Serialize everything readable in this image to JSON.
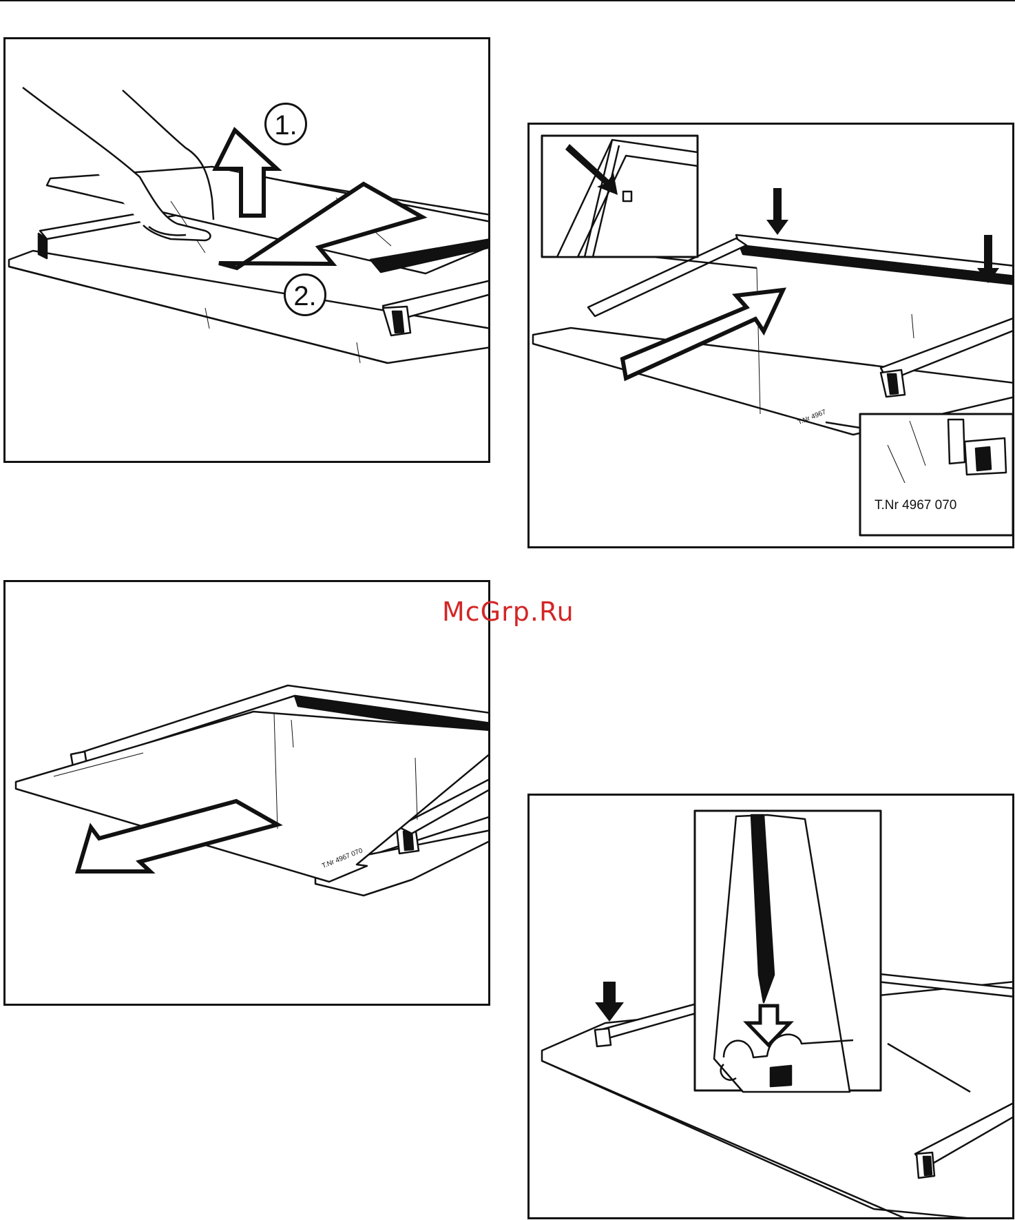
{
  "figures": {
    "fig1": {
      "step_1": "1.",
      "step_2": "2."
    },
    "fig2": {
      "part_number": "T.Nr 4967 070",
      "small_label": "T.Nr 4967"
    },
    "fig3": {
      "small_label": "T.Nr 4967 070"
    }
  },
  "watermark": "McGrp.Ru",
  "colors": {
    "ink": "#111111",
    "watermark": "#d32626"
  }
}
